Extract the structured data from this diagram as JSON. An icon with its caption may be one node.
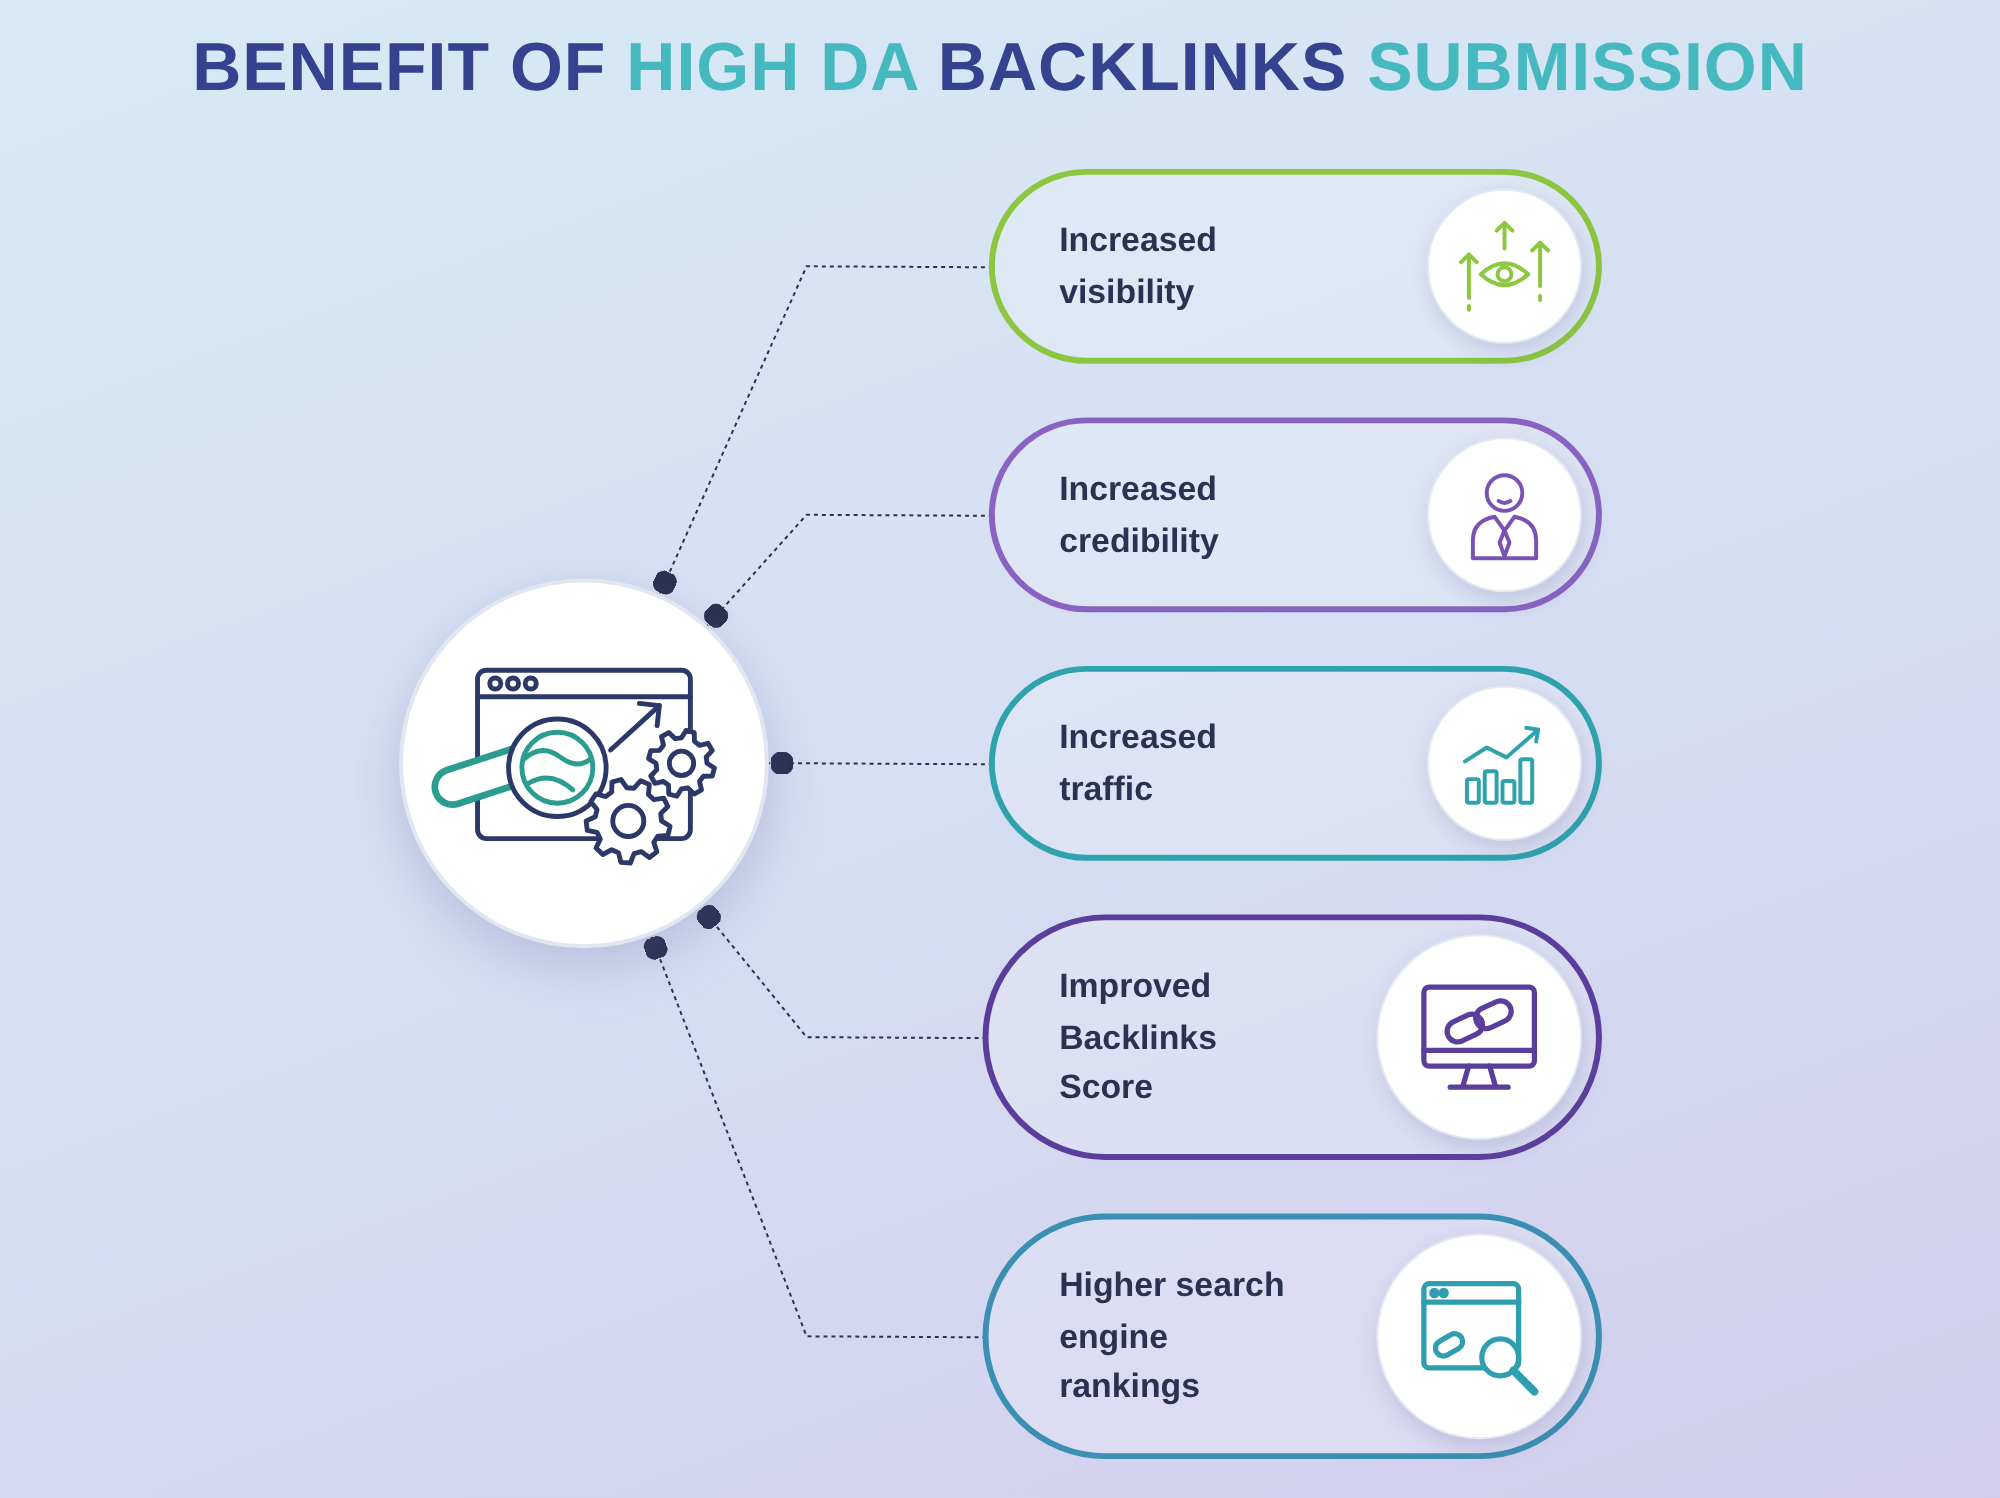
{
  "diagram": {
    "title": "BENEFIT OF HIGH DA BACKLINKS SUBMISSION",
    "nodes": [
      {
        "text": [],
        "shape": "circle"
      },
      {
        "text": [
          "Increased visibility"
        ]
      },
      {
        "text": [
          "Increased credibility"
        ]
      },
      {
        "text": [
          "Increased traffic"
        ]
      },
      {
        "text": [
          "Improved Backlinks Score"
        ]
      },
      {
        "text": [
          "Higher search engine rankings"
        ]
      }
    ],
    "edges": [
      {
        "from": 1,
        "to": 0,
        "arrow": "other",
        "style": "dashed"
      },
      {
        "from": 2,
        "to": 0,
        "arrow": "other",
        "style": "dashed"
      },
      {
        "from": 3,
        "to": 0,
        "arrow": "other",
        "style": "dashed"
      },
      {
        "from": 4,
        "to": 0,
        "arrow": "other",
        "style": "dashed"
      },
      {
        "from": 5,
        "to": 0,
        "arrow": "other",
        "style": "dashed"
      }
    ]
  }
}
